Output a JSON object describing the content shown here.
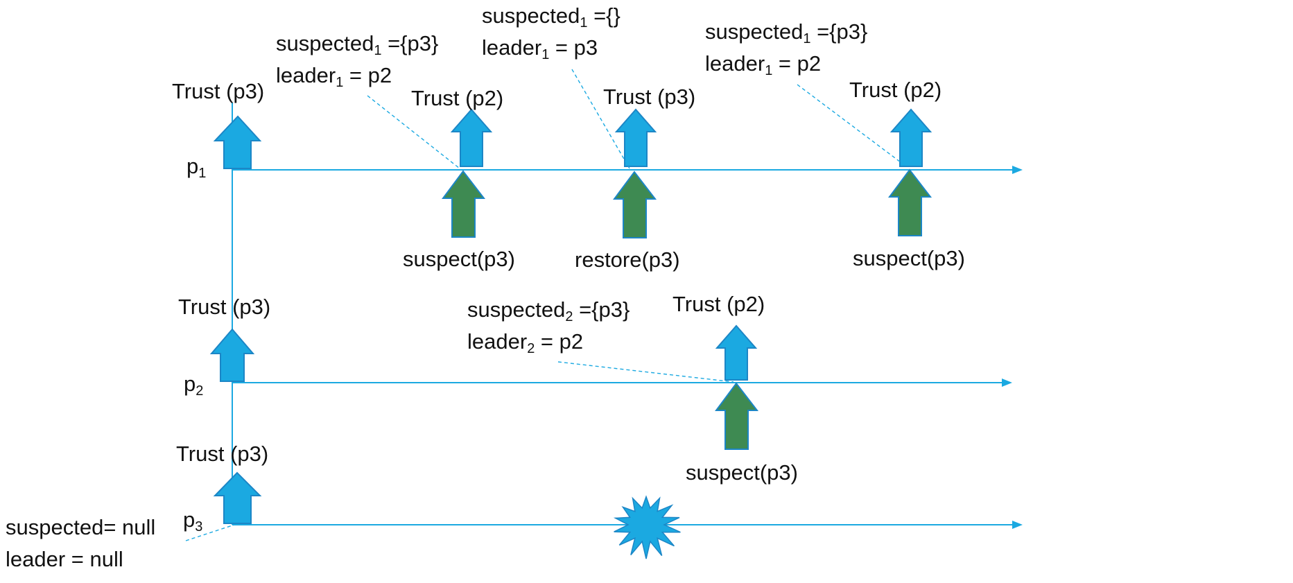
{
  "colors": {
    "timeline": "#1ba9e1",
    "trust_arrow": "#1ba9e1",
    "trust_arrow_stroke": "#1c86c6",
    "fd_arrow": "#3e8a52",
    "fd_arrow_stroke": "#1c86c6",
    "crash": "#1ba9e1",
    "text": "#111111"
  },
  "processes": [
    {
      "name": "p",
      "sub": "1"
    },
    {
      "name": "p",
      "sub": "2"
    },
    {
      "name": "p",
      "sub": "3"
    }
  ],
  "trust_labels": [
    "Trust (p3)",
    "Trust (p2)",
    "Trust (p3)",
    "Trust (p2)",
    "Trust (p3)",
    "Trust (p2)",
    "Trust (p3)"
  ],
  "event_labels": [
    "suspect(p3)",
    "restore(p3)",
    "suspect(p3)",
    "suspect(p3)"
  ],
  "notes": [
    {
      "line1_pre": "suspected",
      "line1_sub": "1",
      "line1_post": " ={p3}",
      "line2_pre": "leader",
      "line2_sub": "1",
      "line2_post": " = p2"
    },
    {
      "line1_pre": "suspected",
      "line1_sub": "1",
      "line1_post": " ={}",
      "line2_pre": "leader",
      "line2_sub": "1",
      "line2_post": " = p3"
    },
    {
      "line1_pre": "suspected",
      "line1_sub": "1",
      "line1_post": " ={p3}",
      "line2_pre": "leader",
      "line2_sub": "1",
      "line2_post": " = p2"
    },
    {
      "line1_pre": "suspected",
      "line1_sub": "2",
      "line1_post": " ={p3}",
      "line2_pre": "leader",
      "line2_sub": "2",
      "line2_post": " = p2"
    },
    {
      "line1_pre": "suspected= null",
      "line1_sub": "",
      "line1_post": "",
      "line2_pre": "leader = null",
      "line2_sub": "",
      "line2_post": ""
    }
  ],
  "crash_icon": "explosion-icon"
}
